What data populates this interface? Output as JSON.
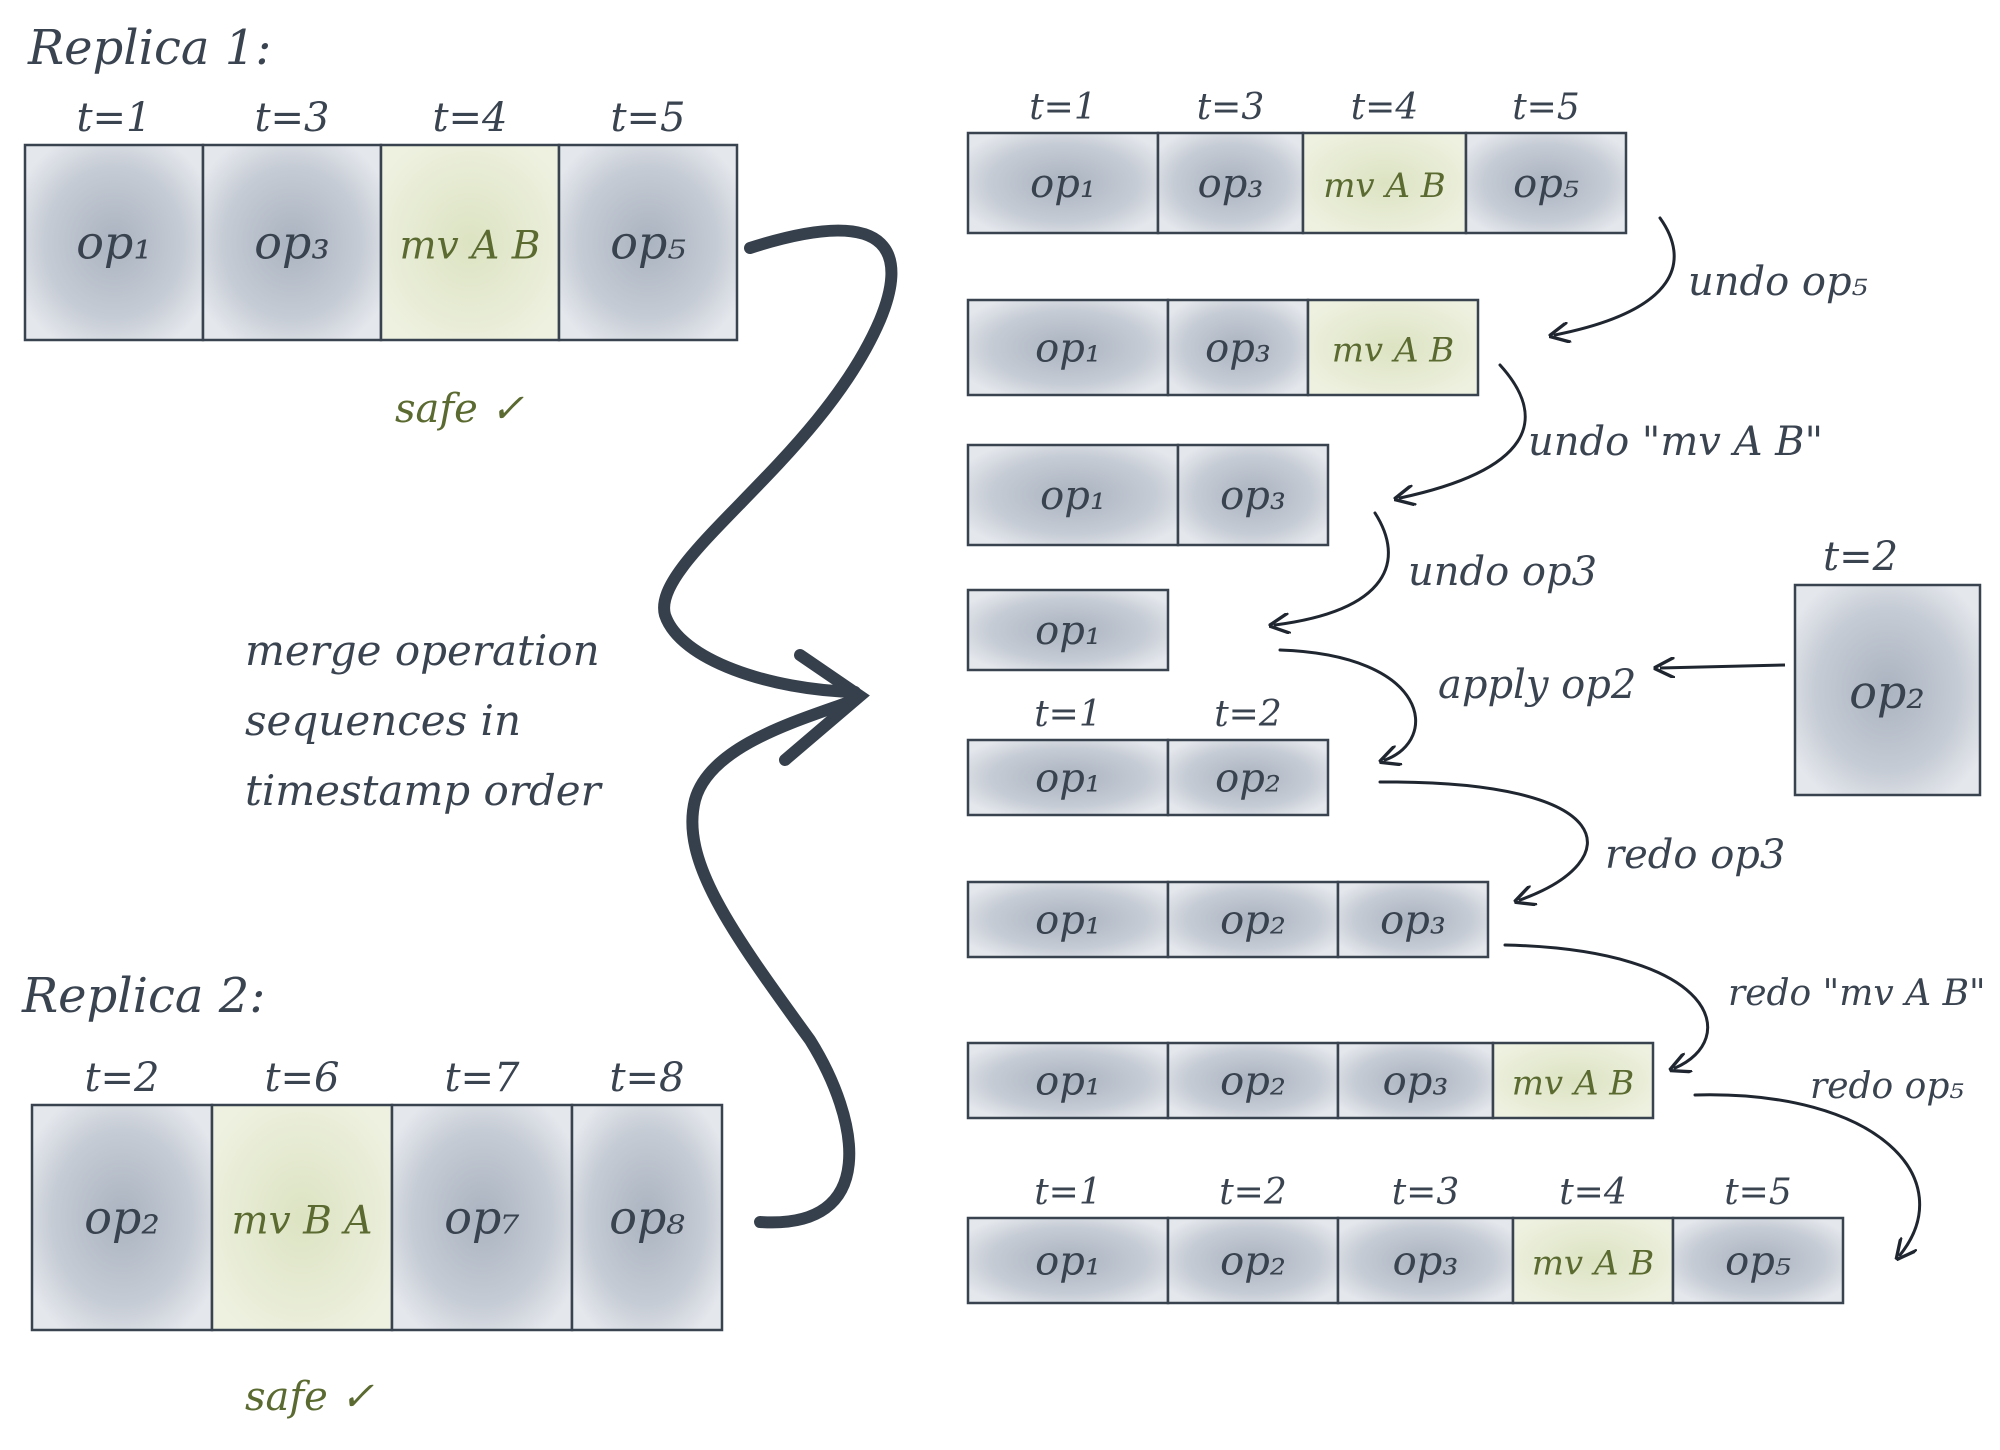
{
  "colors": {
    "ink": "#3a4350",
    "op_fill": "#c3c9d3",
    "mv_fill": "#e6ebd2",
    "mv_text": "#5a6a30",
    "safe_text": "#5a6a30"
  },
  "replica1": {
    "title": "Replica 1:",
    "cells": [
      {
        "t": "t=1",
        "text": "op₁",
        "kind": "op"
      },
      {
        "t": "t=3",
        "text": "op₃",
        "kind": "op"
      },
      {
        "t": "t=4",
        "text": "mv A B",
        "kind": "mv"
      },
      {
        "t": "t=5",
        "text": "op₅",
        "kind": "op"
      }
    ],
    "safe_label": "safe ✓"
  },
  "replica2": {
    "title": "Replica 2:",
    "cells": [
      {
        "t": "t=2",
        "text": "op₂",
        "kind": "op"
      },
      {
        "t": "t=6",
        "text": "mv B A",
        "kind": "mv"
      },
      {
        "t": "t=7",
        "text": "op₇",
        "kind": "op"
      },
      {
        "t": "t=8",
        "text": "op₈",
        "kind": "op"
      }
    ],
    "safe_label": "safe ✓"
  },
  "merge_note": [
    "merge operation",
    "sequences in",
    "timestamp order"
  ],
  "incoming": {
    "t": "t=2",
    "text": "op₂"
  },
  "sequences": [
    {
      "cells": [
        {
          "t": "t=1",
          "text": "op₁",
          "kind": "op"
        },
        {
          "t": "t=3",
          "text": "op₃",
          "kind": "op"
        },
        {
          "t": "t=4",
          "text": "mv A B",
          "kind": "mv"
        },
        {
          "t": "t=5",
          "text": "op₅",
          "kind": "op"
        }
      ]
    },
    {
      "cells": [
        {
          "text": "op₁",
          "kind": "op"
        },
        {
          "text": "op₃",
          "kind": "op"
        },
        {
          "text": "mv A B",
          "kind": "mv"
        }
      ]
    },
    {
      "cells": [
        {
          "text": "op₁",
          "kind": "op"
        },
        {
          "text": "op₃",
          "kind": "op"
        }
      ]
    },
    {
      "cells": [
        {
          "text": "op₁",
          "kind": "op"
        }
      ]
    },
    {
      "cells": [
        {
          "t": "t=1",
          "text": "op₁",
          "kind": "op"
        },
        {
          "t": "t=2",
          "text": "op₂",
          "kind": "op"
        }
      ]
    },
    {
      "cells": [
        {
          "text": "op₁",
          "kind": "op"
        },
        {
          "text": "op₂",
          "kind": "op"
        },
        {
          "text": "op₃",
          "kind": "op"
        }
      ]
    },
    {
      "cells": [
        {
          "text": "op₁",
          "kind": "op"
        },
        {
          "text": "op₂",
          "kind": "op"
        },
        {
          "text": "op₃",
          "kind": "op"
        },
        {
          "text": "mv A B",
          "kind": "mv"
        }
      ]
    },
    {
      "cells": [
        {
          "t": "t=1",
          "text": "op₁",
          "kind": "op"
        },
        {
          "t": "t=2",
          "text": "op₂",
          "kind": "op"
        },
        {
          "t": "t=3",
          "text": "op₃",
          "kind": "op"
        },
        {
          "t": "t=4",
          "text": "mv A B",
          "kind": "mv"
        },
        {
          "t": "t=5",
          "text": "op₅",
          "kind": "op"
        }
      ]
    }
  ],
  "steps": [
    "undo op₅",
    "undo \"mv A B\"",
    "undo op3",
    "apply op2",
    "redo op3",
    "redo \"mv A B\"",
    "redo op₅"
  ]
}
